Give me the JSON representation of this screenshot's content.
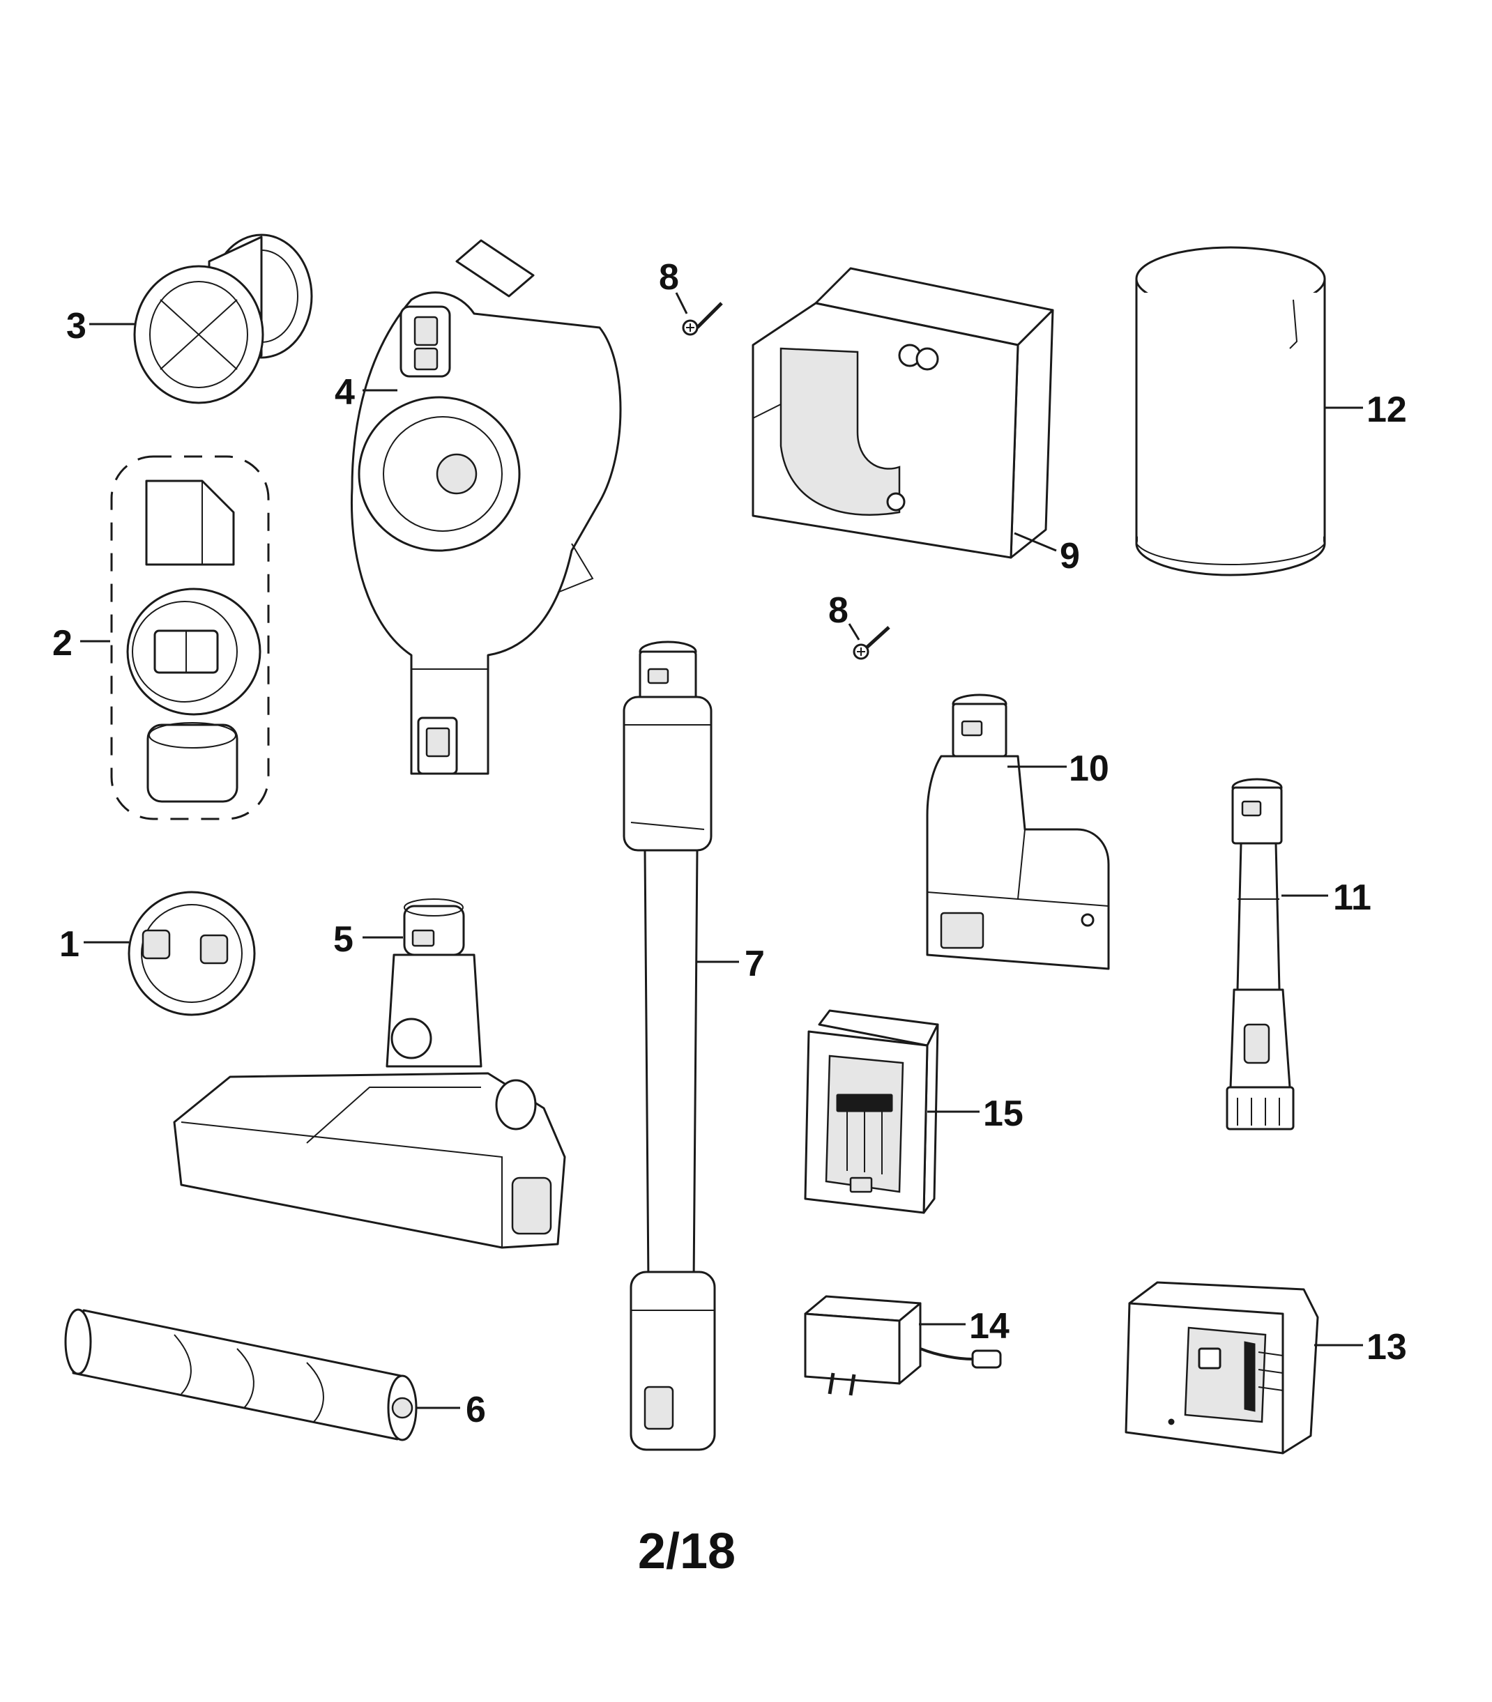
{
  "callouts": {
    "c1": "1",
    "c2": "2",
    "c3": "3",
    "c4": "4",
    "c5": "5",
    "c6": "6",
    "c7": "7",
    "c8a": "8",
    "c8b": "8",
    "c9": "9",
    "c10": "10",
    "c11": "11",
    "c12": "12",
    "c13": "13",
    "c14": "14",
    "c15": "15"
  },
  "page_number": "2/18"
}
